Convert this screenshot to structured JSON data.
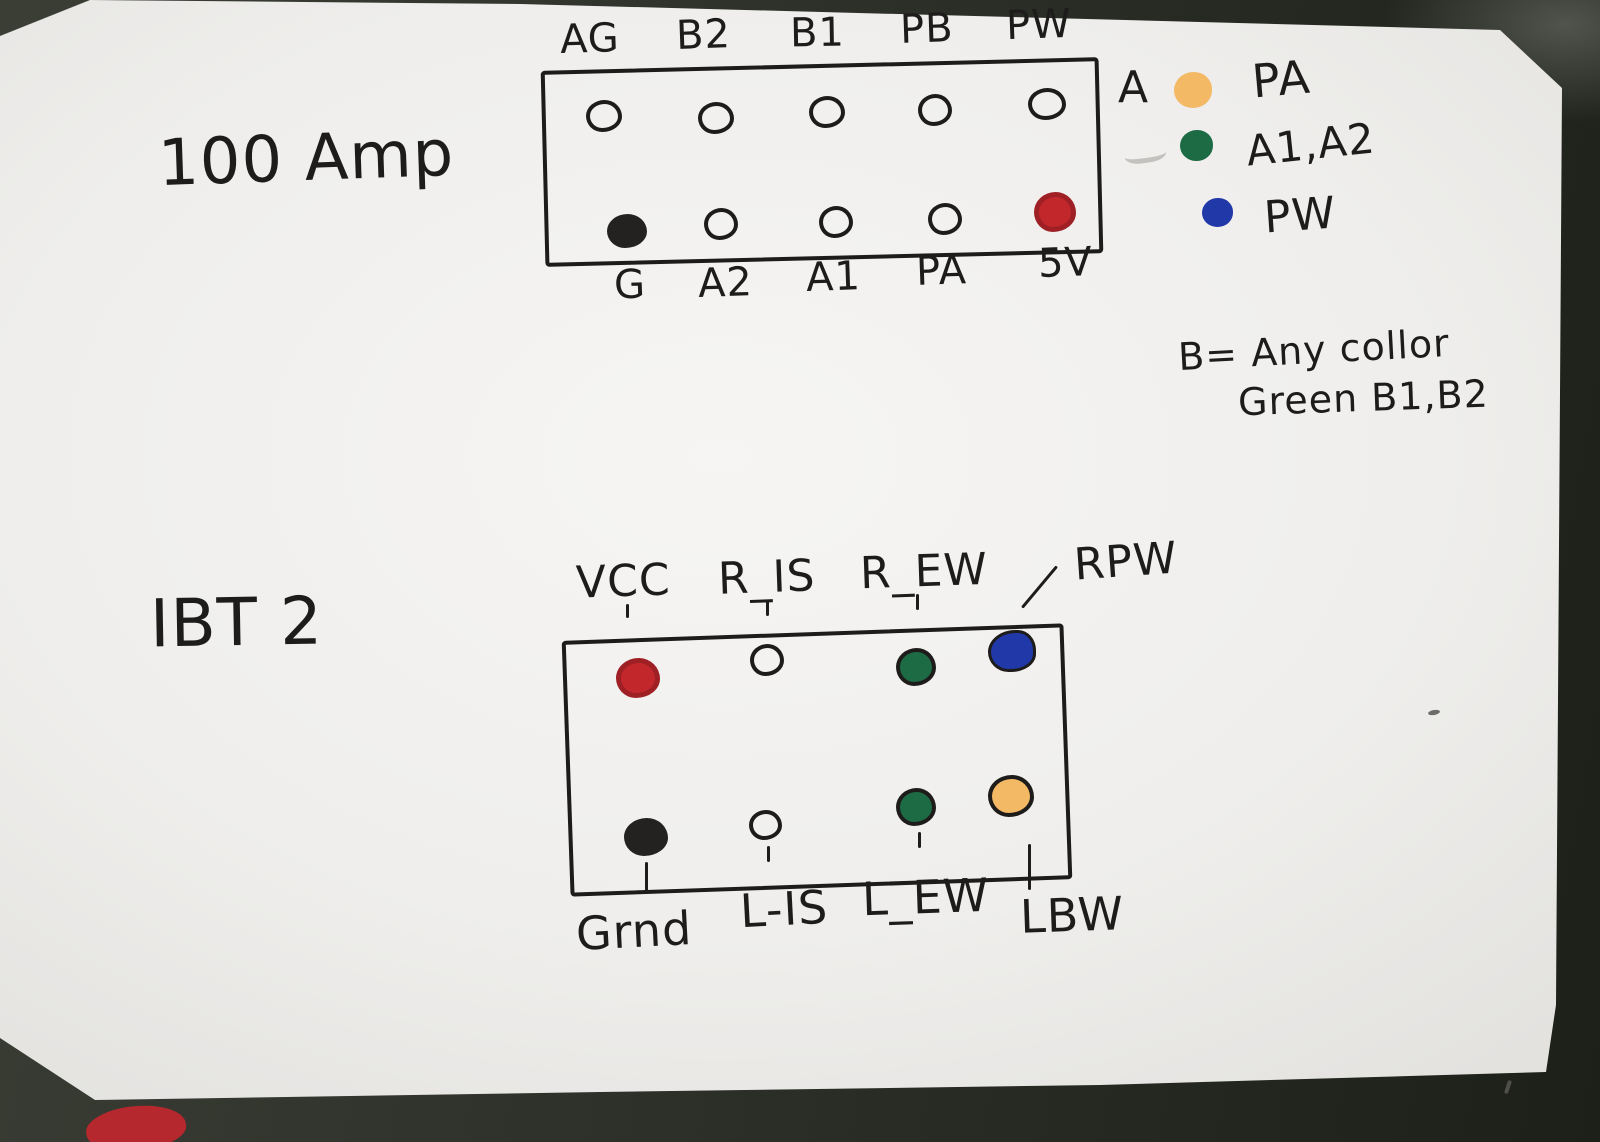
{
  "photo": {
    "surface_color": "#30342c",
    "paper_color": "#f1f0ee"
  },
  "colors": {
    "ink": "#1d1c1a",
    "black": "#242220",
    "red": "#c2272c",
    "red_dark": "#9e1f24",
    "green": "#1d6b44",
    "blue": "#2038a8",
    "orange": "#f3b964"
  },
  "amp_connector": {
    "title": "100 Amp",
    "top_pins": [
      {
        "label": "AG",
        "fill": "none"
      },
      {
        "label": "B2",
        "fill": "none"
      },
      {
        "label": "B1",
        "fill": "none"
      },
      {
        "label": "PB",
        "fill": "none"
      },
      {
        "label": "PW",
        "fill": "none"
      }
    ],
    "bottom_pins": [
      {
        "label": "G",
        "fill": "black"
      },
      {
        "label": "A2",
        "fill": "none"
      },
      {
        "label": "A1",
        "fill": "none"
      },
      {
        "label": "PA",
        "fill": "none"
      },
      {
        "label": "5V",
        "fill": "red"
      }
    ]
  },
  "legend": {
    "items": [
      {
        "prefix": "A",
        "color": "orange",
        "label": "PA"
      },
      {
        "prefix": "",
        "color": "green",
        "label": "A1,A2"
      },
      {
        "prefix": "",
        "color": "blue",
        "label": "PW"
      }
    ],
    "note_line1": "B= Any collor",
    "note_line2": "Green B1,B2"
  },
  "ibt2_connector": {
    "title": "IBT 2",
    "top_pins": [
      {
        "label": "VCC",
        "fill": "red"
      },
      {
        "label": "R_IS",
        "fill": "none"
      },
      {
        "label": "R_EW",
        "fill": "green"
      },
      {
        "label": "RPW",
        "fill": "blue"
      }
    ],
    "bottom_pins": [
      {
        "label": "Grnd",
        "fill": "black"
      },
      {
        "label": "L-IS",
        "fill": "none"
      },
      {
        "label": "L_EW",
        "fill": "green"
      },
      {
        "label": "LBW",
        "fill": "orange"
      }
    ]
  }
}
